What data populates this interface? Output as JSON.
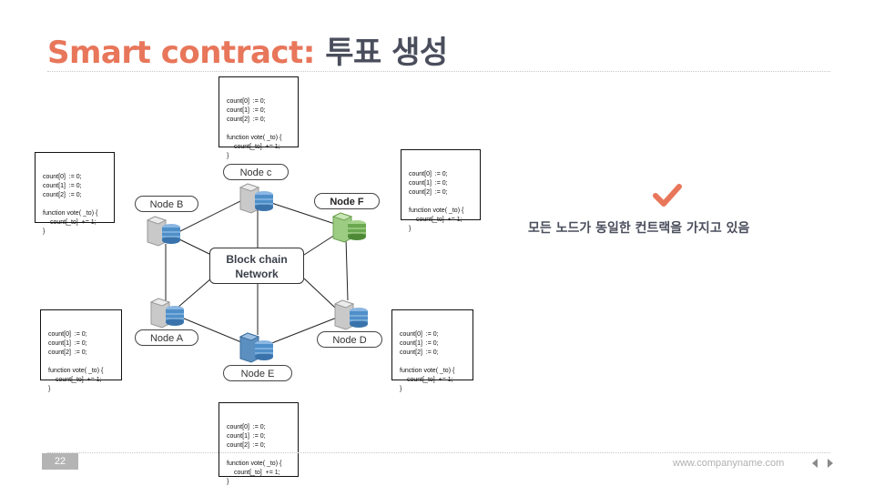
{
  "title": {
    "accent": "Smart contract:",
    "main": "투표 생성"
  },
  "code_lines": [
    "count[0]  := 0;",
    "count[1]  := 0;",
    "count[2]  := 0;",
    "",
    "function vote( _to) {",
    "count[_to]  += 1;",
    "}"
  ],
  "network_label": {
    "line1": "Block chain",
    "line2": "Network"
  },
  "nodes": {
    "a": "Node A",
    "b": "Node B",
    "c": "Node c",
    "d": "Node D",
    "e": "Node E",
    "f": "Node F"
  },
  "message": "모든 노드가 동일한 컨트랙을 가지고 있음",
  "footer": {
    "page": "22",
    "url": "www.companyname.com"
  },
  "icons": [
    "checkmark-icon",
    "server-icon",
    "arrow-left-icon",
    "arrow-right-icon"
  ],
  "colors": {
    "accent": "#e8765a",
    "title_dark": "#4a4e5c",
    "server_blue": "#4f8fc9",
    "server_green": "#7ab85a"
  }
}
